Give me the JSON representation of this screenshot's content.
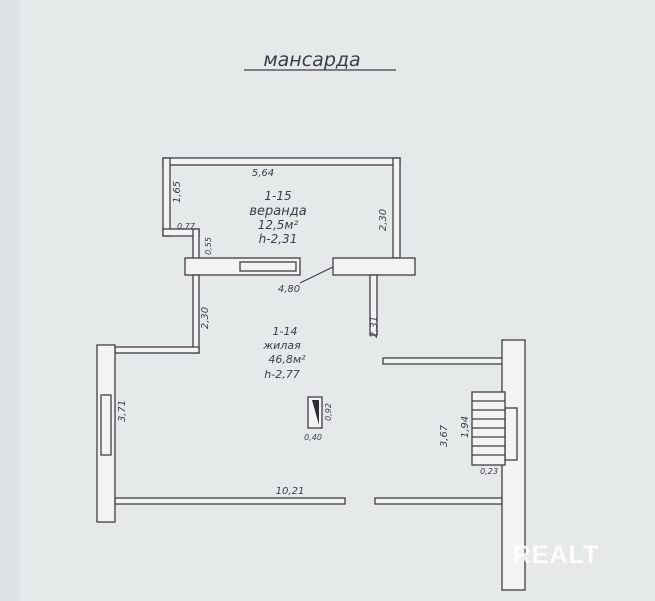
{
  "title": "мансарда",
  "veranda": {
    "id": "1-15",
    "name": "веранда",
    "area": "12,5м²",
    "height": "h-2,31"
  },
  "living": {
    "id": "1-14",
    "name": "жилая",
    "area": "46,8м²",
    "height": "h-2,77"
  },
  "dimensions": {
    "veranda_top": "5,64",
    "veranda_left": "1,65",
    "step_width": "0,77",
    "step_depth": "0,55",
    "veranda_right": "2,30",
    "partition": "4,80",
    "living_left_upper": "2,30",
    "living_right_upper": "2,31",
    "living_left": "3,71",
    "living_bottom": "10,21",
    "stair_zone": "3,67",
    "stair_length": "1,94",
    "stair_offset": "0,23",
    "chimney_width": "0,40",
    "chimney_depth": "0,92"
  },
  "watermark": "REALT"
}
